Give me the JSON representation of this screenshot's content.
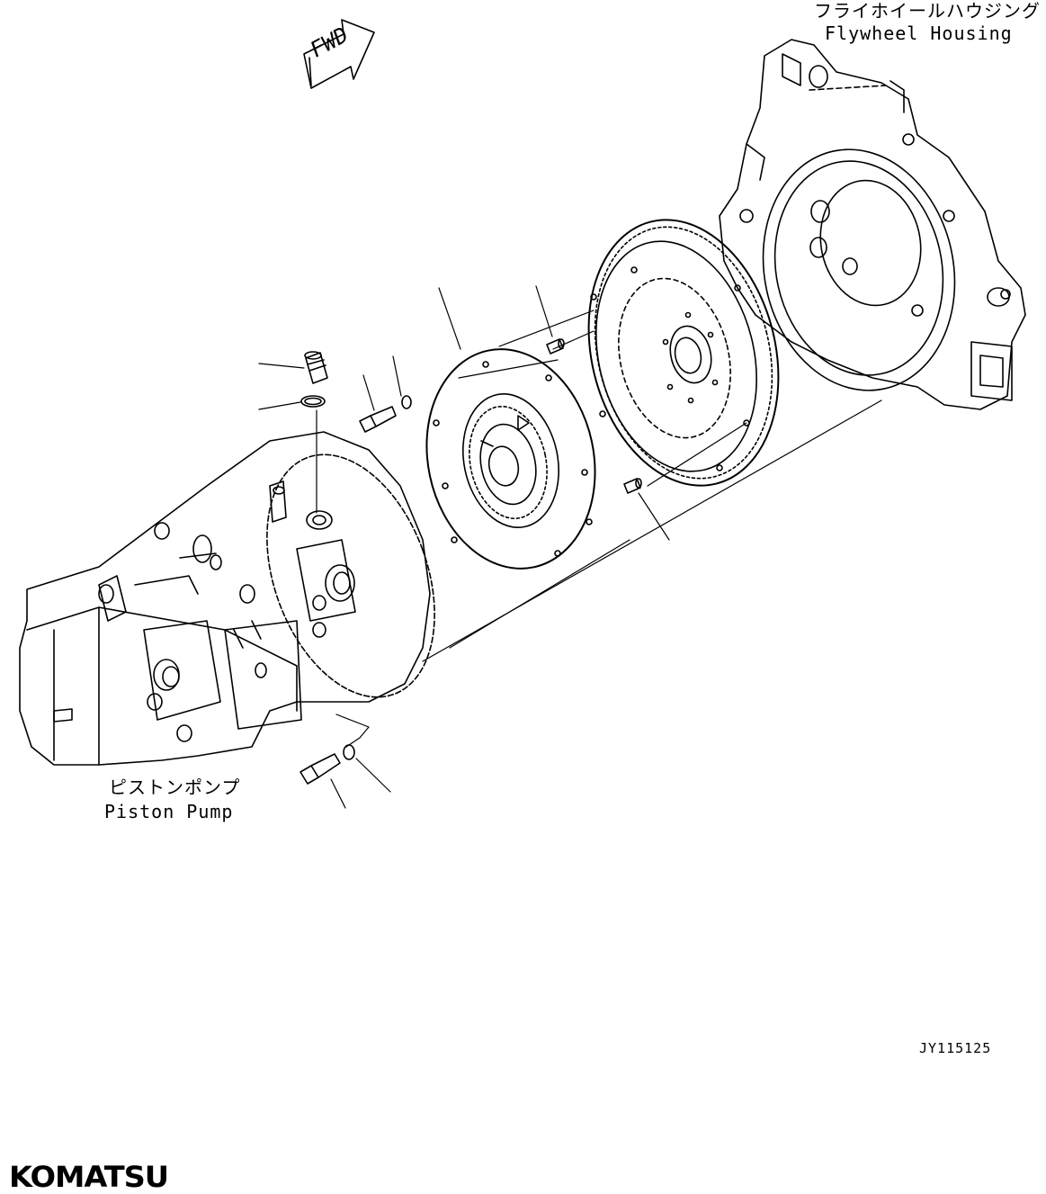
{
  "labels": {
    "flywheel_housing_jp": "フライホイールハウジング",
    "flywheel_housing_en": "Flywheel Housing",
    "piston_pump_jp": "ピストンポンプ",
    "piston_pump_en": "Piston Pump",
    "fwd_arrow": "FWD",
    "drawing_code": "JY115125",
    "brand": "KOMATSU"
  }
}
